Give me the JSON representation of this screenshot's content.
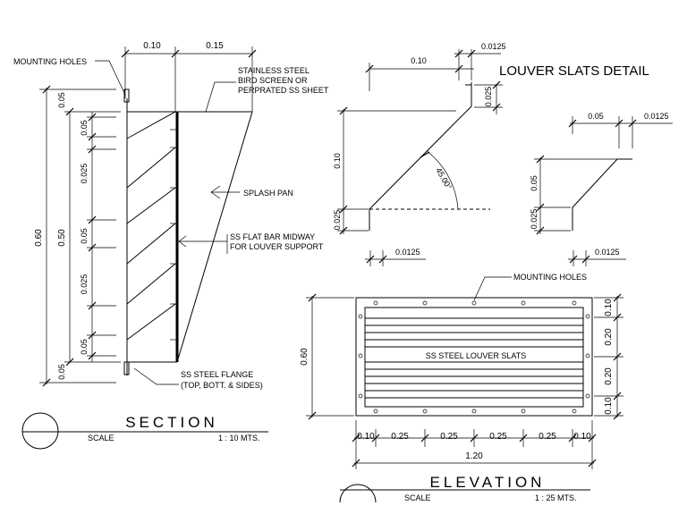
{
  "section": {
    "title": "SECTION",
    "scale_label": "SCALE",
    "scale_value": "1 : 10 MTS.",
    "labels": {
      "mounting_holes": "MOUNTING HOLES",
      "screen_1": "STAINLESS STEEL",
      "screen_2": "BIRD SCREEN OR",
      "screen_3": "PERPRATED SS SHEET",
      "splash_pan": "SPLASH PAN",
      "flat_bar_1": "SS FLAT BAR MIDWAY",
      "flat_bar_2": "FOR LOUVER SUPPORT",
      "flange_1": "SS STEEL FLANGE",
      "flange_2": "(TOP, BOTT. & SIDES)"
    },
    "dims": {
      "top_010": "0.10",
      "top_015": "0.15",
      "total_060": "0.60",
      "inner_050": "0.50",
      "d_005_top": "0.05",
      "d_005_a": "0.05",
      "d_0025_a": "0.025",
      "d_005_b": "0.05",
      "d_0025_b": "0.025",
      "d_005_c": "0.05",
      "d_005_bottom": "0.05"
    }
  },
  "louver_detail": {
    "title": "LOUVER SLATS DETAIL",
    "big": {
      "w_010": "0.10",
      "w_00125_top": "0.0125",
      "h_0025_top": "0.025",
      "h_010": "0.10",
      "h_0025_bottom": "0.025",
      "angle": "45.00°",
      "w_00125_bottom": "0.0125"
    },
    "small": {
      "w_005": "0.05",
      "w_00125_top": "0.0125",
      "h_005": "0.05",
      "h_0025": "0.025",
      "w_00125_bottom": "0.0125"
    }
  },
  "elevation": {
    "title": "ELEVATION",
    "scale_label": "SCALE",
    "scale_value": "1 : 25 MTS.",
    "mounting_holes": "MOUNTING HOLES",
    "slats_label": "SS STEEL LOUVER SLATS",
    "height_060": "0.60",
    "bottom_dims": [
      "0.10",
      "0.25",
      "0.25",
      "0.25",
      "0.25",
      "0.10"
    ],
    "total_120": "1.20",
    "right_dims": [
      "0.10",
      "0.20",
      "0.20",
      "0.10"
    ]
  }
}
